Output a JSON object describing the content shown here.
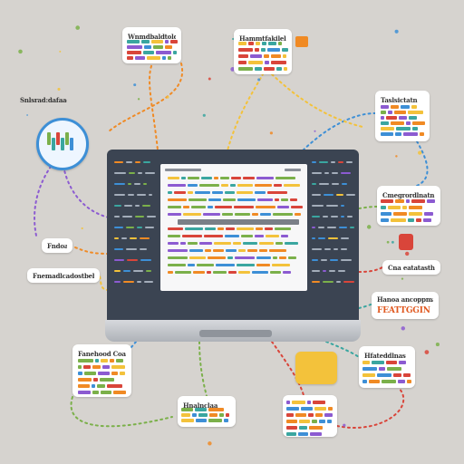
{
  "illustration": {
    "labels": {
      "top_left_card": "Wnmdbaldtoldfkdsdt",
      "top_center_card": "Hammtfakilelettlt",
      "far_left_note": "Snlsrad:dafaaed",
      "right_top_card": "Taslsictatn",
      "right_mid_card": "Cmegrordlnatn",
      "right_mid_note": "Cna eatatastho",
      "right_lower_line1": "Hanoa ancoppmann",
      "right_lower_line2": "FEATTGGIN",
      "left_mid_note": "Fndoaa",
      "left_lower_note": "Fnemadlcadostbebuut",
      "bottom_left_card": "Fanehood Coads",
      "bottom_center_card": "Hnalnclaa",
      "bottom_right_card": "Hfateddlnas"
    },
    "colors": {
      "background": "#d6d3cf",
      "laptop_bezel": "#3b4452",
      "screen_panel": "#f7f7f8",
      "accent_orange": "#f08a24",
      "accent_yellow": "#f3c23b",
      "accent_blue": "#3d8fd6",
      "accent_green": "#7bb04a",
      "accent_red": "#d9453a",
      "accent_teal": "#3aa6a0",
      "accent_purple": "#8c5bd1"
    },
    "icon_names": [
      "laptop-icon",
      "coffee-cup-icon",
      "folder-icon"
    ]
  }
}
